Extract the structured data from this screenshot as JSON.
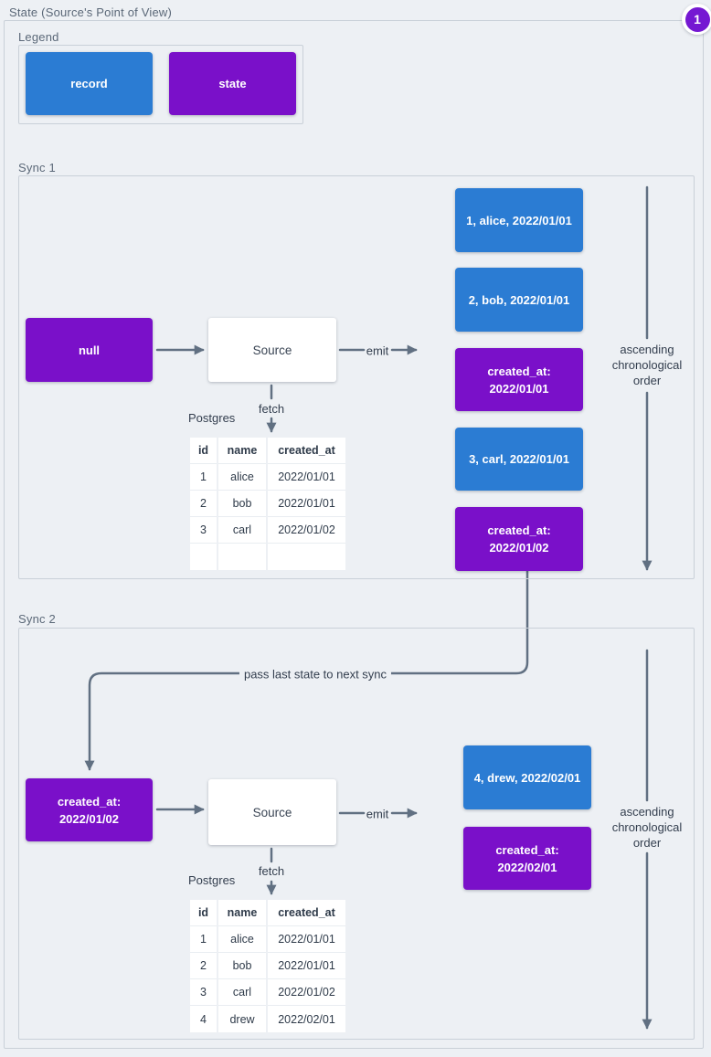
{
  "title": "State (Source's Point of View)",
  "badge": {
    "value": "1"
  },
  "legend": {
    "label": "Legend",
    "record_label": "record",
    "state_label": "state"
  },
  "connectors": {
    "emit": "emit",
    "fetch": "fetch",
    "pass": "pass last state to next sync",
    "order": "ascending\nchronological\norder"
  },
  "sync1": {
    "label": "Sync 1",
    "input_state": "null",
    "source": "Source",
    "db": "Postgres",
    "table": {
      "headers": [
        "id",
        "name",
        "created_at"
      ],
      "rows": [
        [
          "1",
          "alice",
          "2022/01/01"
        ],
        [
          "2",
          "bob",
          "2022/01/01"
        ],
        [
          "3",
          "carl",
          "2022/01/02"
        ],
        [
          "",
          "",
          ""
        ]
      ]
    },
    "stream": [
      {
        "type": "record",
        "text": "1, alice, 2022/01/01"
      },
      {
        "type": "record",
        "text": "2, bob, 2022/01/01"
      },
      {
        "type": "state",
        "text": "created_at:\n2022/01/01"
      },
      {
        "type": "record",
        "text": "3, carl, 2022/01/01"
      },
      {
        "type": "state",
        "text": "created_at:\n2022/01/02"
      }
    ]
  },
  "sync2": {
    "label": "Sync 2",
    "input_state": "created_at:\n2022/01/02",
    "source": "Source",
    "db": "Postgres",
    "table": {
      "headers": [
        "id",
        "name",
        "created_at"
      ],
      "rows": [
        [
          "1",
          "alice",
          "2022/01/01"
        ],
        [
          "2",
          "bob",
          "2022/01/01"
        ],
        [
          "3",
          "carl",
          "2022/01/02"
        ],
        [
          "4",
          "drew",
          "2022/02/01"
        ]
      ]
    },
    "stream": [
      {
        "type": "record",
        "text": "4, drew, 2022/02/01"
      },
      {
        "type": "state",
        "text": "created_at:\n2022/02/01"
      }
    ]
  },
  "colors": {
    "record": "#2b7cd3",
    "state": "#7a10c9",
    "badge": "#7518d2",
    "line": "#617082",
    "background": "#edf0f4"
  }
}
